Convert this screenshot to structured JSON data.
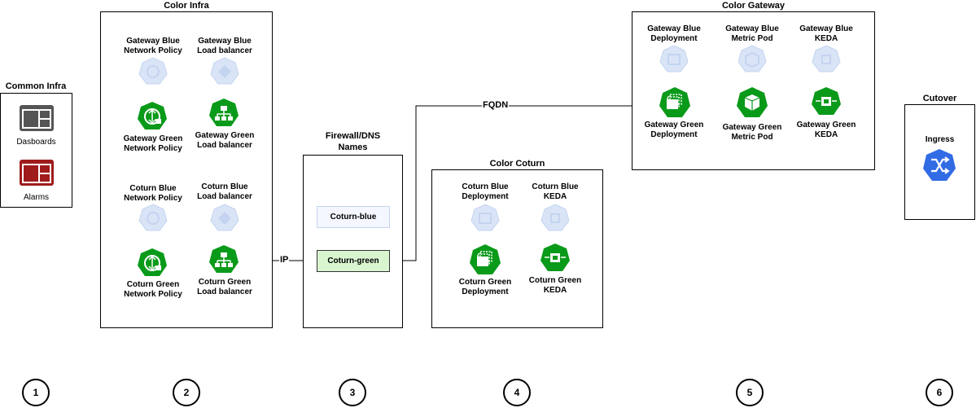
{
  "colors": {
    "green": "#0a9a1a",
    "green_dark": "#06780f",
    "blue_faded": "#d9e4f7",
    "blue_faded_stroke": "#c4d4f0",
    "ingress_blue": "#326ce5",
    "alarm_red": "#a01b1b",
    "dashboard_gray": "#555555",
    "firewall_blue_fill": "#f4f7ff",
    "firewall_green_fill": "#d8f5d0"
  },
  "common_infra": {
    "title": "Common Infra",
    "dashboards_icon": "dashboard-icon",
    "dashboards_label": "Dasboards",
    "alarms_icon": "alarm-panel-icon",
    "alarms_label": "Alarms"
  },
  "color_infra": {
    "title": "Color Infra",
    "gw_blue_netpol": "Gateway Blue\nNetwork Policy",
    "gw_blue_lb": "Gateway Blue\nLoad balancer",
    "gw_green_netpol": "Gateway Green\nNetwork Policy",
    "gw_green_lb": "Gateway Green\nLoad balancer",
    "co_blue_netpol": "Coturn Blue\nNetwork Policy",
    "co_blue_lb": "Coturn Blue\nLoad balancer",
    "co_green_netpol": "Coturn Green\nNetwork Policy",
    "co_green_lb": "Coturn Green\nLoad balancer"
  },
  "firewall": {
    "title": "Firewall/DNS\nNames",
    "blue_name": "Coturn-blue",
    "green_name": "Coturn-green"
  },
  "color_coturn": {
    "title": "Color Coturn",
    "blue_deploy": "Coturn Blue\nDeployment",
    "blue_keda": "Coturn Blue\nKEDA",
    "green_deploy": "Coturn Green\nDeployment",
    "green_keda": "Coturn Green\nKEDA"
  },
  "color_gateway": {
    "title": "Color Gateway",
    "blue_deploy": "Gateway Blue\nDeployment",
    "blue_metric": "Gateway Blue\nMetric Pod",
    "blue_keda": "Gateway Blue\nKEDA",
    "green_deploy": "Gateway Green\nDeployment",
    "green_metric": "Gateway Green\nMetric Pod",
    "green_keda": "Gateway Green\nKEDA"
  },
  "cutover": {
    "title": "Cutover",
    "ingress_label": "Ingress",
    "ingress_icon": "ingress-icon"
  },
  "edges": {
    "ip_label": "IP",
    "fqdn_label": "FQDN"
  },
  "steps": [
    "1",
    "2",
    "3",
    "4",
    "5",
    "6"
  ]
}
